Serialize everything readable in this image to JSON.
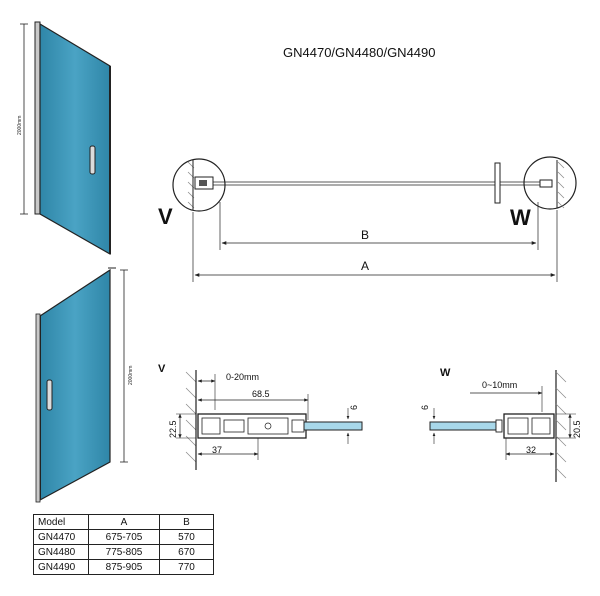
{
  "title": "GN4470/GN4480/GN4490",
  "plan": {
    "label_V": "V",
    "label_W": "W",
    "dim_B": "B",
    "dim_A": "A"
  },
  "elevation": {
    "height_top": "2000mm",
    "height_bottom": "2000mm"
  },
  "detail_V": {
    "label": "V",
    "gap": "0-20mm",
    "width": "68.5",
    "glass": "6",
    "depth": "22.5",
    "base": "37"
  },
  "detail_W": {
    "label": "W",
    "gap": "0~10mm",
    "glass": "6",
    "depth": "20.5",
    "base": "32"
  },
  "table": {
    "headers": [
      "Model",
      "A",
      "B"
    ],
    "rows": [
      [
        "GN4470",
        "675-705",
        "570"
      ],
      [
        "GN4480",
        "775-805",
        "670"
      ],
      [
        "GN4490",
        "875-905",
        "770"
      ]
    ]
  },
  "colors": {
    "glass": "#3a8fb0",
    "glass_light": "#a8d8ea",
    "line": "#222222",
    "hatch": "#888888"
  }
}
